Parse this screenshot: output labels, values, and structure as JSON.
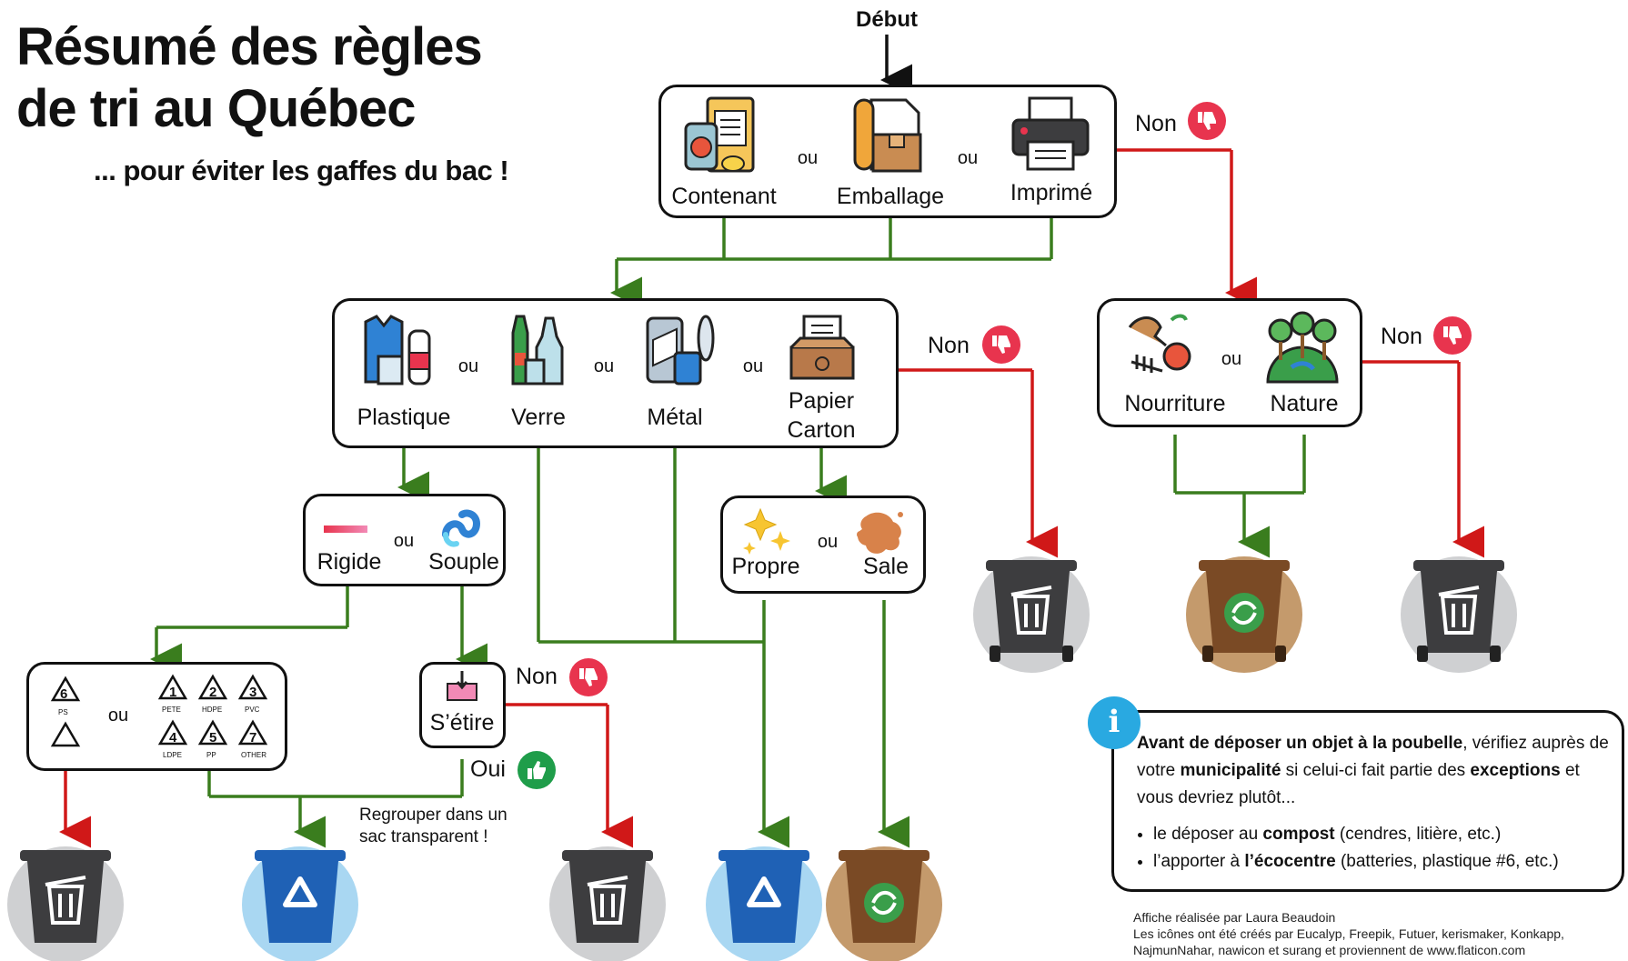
{
  "header": {
    "title_line1": "Résumé des règles",
    "title_line2": "de tri au Québec",
    "subtitle": "... pour éviter les gaffes du bac !"
  },
  "flow": {
    "start": "Début",
    "ou": "ou",
    "non": "Non",
    "oui": "Oui",
    "item_types": {
      "contenant": "Contenant",
      "emballage": "Emballage",
      "imprime": "Imprimé"
    },
    "materials": {
      "plastique": "Plastique",
      "verre": "Verre",
      "metal": "Métal",
      "papier_line1": "Papier",
      "papier_line2": "Carton"
    },
    "organic": {
      "nourriture": "Nourriture",
      "nature": "Nature"
    },
    "plastic_type": {
      "rigide": "Rigide",
      "souple": "Souple"
    },
    "cleanliness": {
      "propre": "Propre",
      "sale": "Sale"
    },
    "stretch": "S’étire",
    "recycling_codes": {
      "excluded": [
        {
          "number": "6",
          "code": "PS"
        },
        {
          "number": "",
          "code": ""
        }
      ],
      "accepted": [
        {
          "number": "1",
          "code": "PETE"
        },
        {
          "number": "2",
          "code": "HDPE"
        },
        {
          "number": "3",
          "code": "PVC"
        },
        {
          "number": "4",
          "code": "LDPE"
        },
        {
          "number": "5",
          "code": "PP"
        },
        {
          "number": "7",
          "code": "OTHER"
        }
      ]
    },
    "regroup_note_line1": "Regrouper dans un",
    "regroup_note_line2": "sac transparent !"
  },
  "info": {
    "p1_bold": "Avant de déposer un objet à la poubelle",
    "p1_a": ", vérifiez auprès de votre ",
    "p1_bold2": "municipalité",
    "p1_b": " si celui-ci fait partie des ",
    "p1_bold3": "exceptions",
    "p1_c": " et vous devriez plutôt...",
    "b1_a": "le déposer au ",
    "b1_bold": "compost",
    "b1_b": " (cendres, litière, etc.)",
    "b2_a": "l’apporter à ",
    "b2_bold": "l’écocentre",
    "b2_b": " (batteries, plastique #6, etc.)"
  },
  "credits": {
    "line1": "Affiche réalisée par Laura Beaudoin",
    "line2": "Les icônes ont été créés par Eucalyp, Freepik, Futuer, kerismaker, Konkapp,",
    "line3": "NajmunNahar, nawicon et surang et proviennent de www.flaticon.com"
  },
  "colors": {
    "green_arrow": "#3a7d1e",
    "red_arrow": "#d01818",
    "garbage_bin": "#3d3d3f",
    "recycling_bin": "#1f61b5",
    "compost_bin": "#7a4a25",
    "thumb_down": "#e8344e",
    "thumb_up": "#1f9d4a",
    "info_badge": "#29a9e1"
  },
  "bins": [
    {
      "kind": "garbage",
      "icon": "trash-can-icon"
    },
    {
      "kind": "recycling",
      "icon": "recycle-icon"
    },
    {
      "kind": "compost",
      "icon": "compost-leaf-icon"
    }
  ]
}
